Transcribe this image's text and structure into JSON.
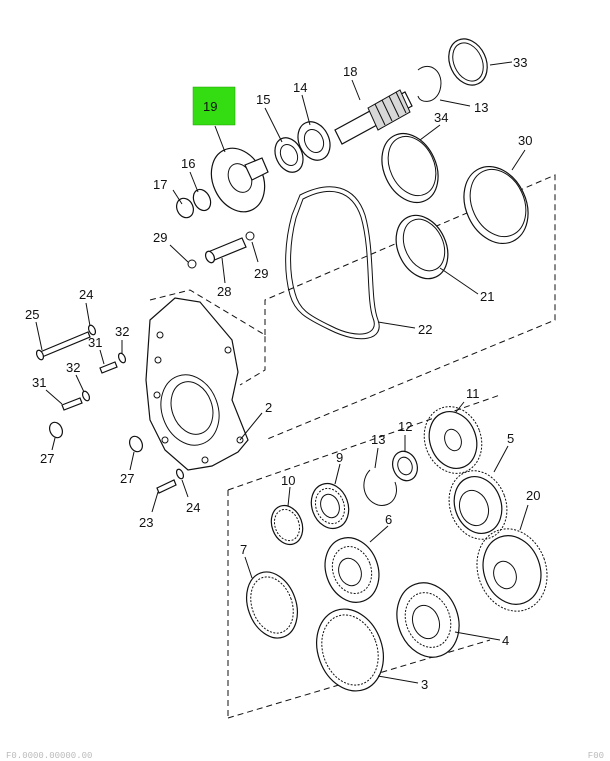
{
  "highlight": {
    "label": "19",
    "color": "#33dd11"
  },
  "callouts": {
    "c33": "33",
    "c18": "18",
    "c13a": "13",
    "c15": "15",
    "c14": "14",
    "c34": "34",
    "c30": "30",
    "c16": "16",
    "c17": "17",
    "c29a": "29",
    "c29b": "29",
    "c28": "28",
    "c21": "21",
    "c22": "22",
    "c24a": "24",
    "c25": "25",
    "c31a": "31",
    "c32a": "32",
    "c31b": "31",
    "c32b": "32",
    "c2": "2",
    "c27a": "27",
    "c27b": "27",
    "c11": "11",
    "c12": "12",
    "c13b": "13",
    "c9": "9",
    "c5": "5",
    "c10": "10",
    "c23": "23",
    "c24b": "24",
    "c20": "20",
    "c6": "6",
    "c7": "7",
    "c4": "4",
    "c3": "3"
  },
  "footer": {
    "left": "F0.0000.00000.00",
    "right": "F00"
  }
}
